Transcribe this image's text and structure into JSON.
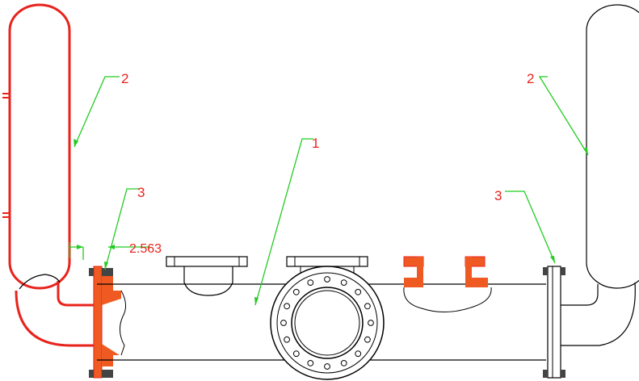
{
  "callouts": {
    "left_vessel": "2",
    "right_vessel": "2",
    "main_pipe": "1",
    "left_flange": "3",
    "right_flange": "3",
    "dimension": "2.563"
  },
  "colors": {
    "outline": "#000000",
    "highlight": "#e8231c",
    "highlight_fill": "#ef5a22",
    "leader": "#22cc22",
    "label": "#e8231c",
    "background": "#ffffff"
  }
}
